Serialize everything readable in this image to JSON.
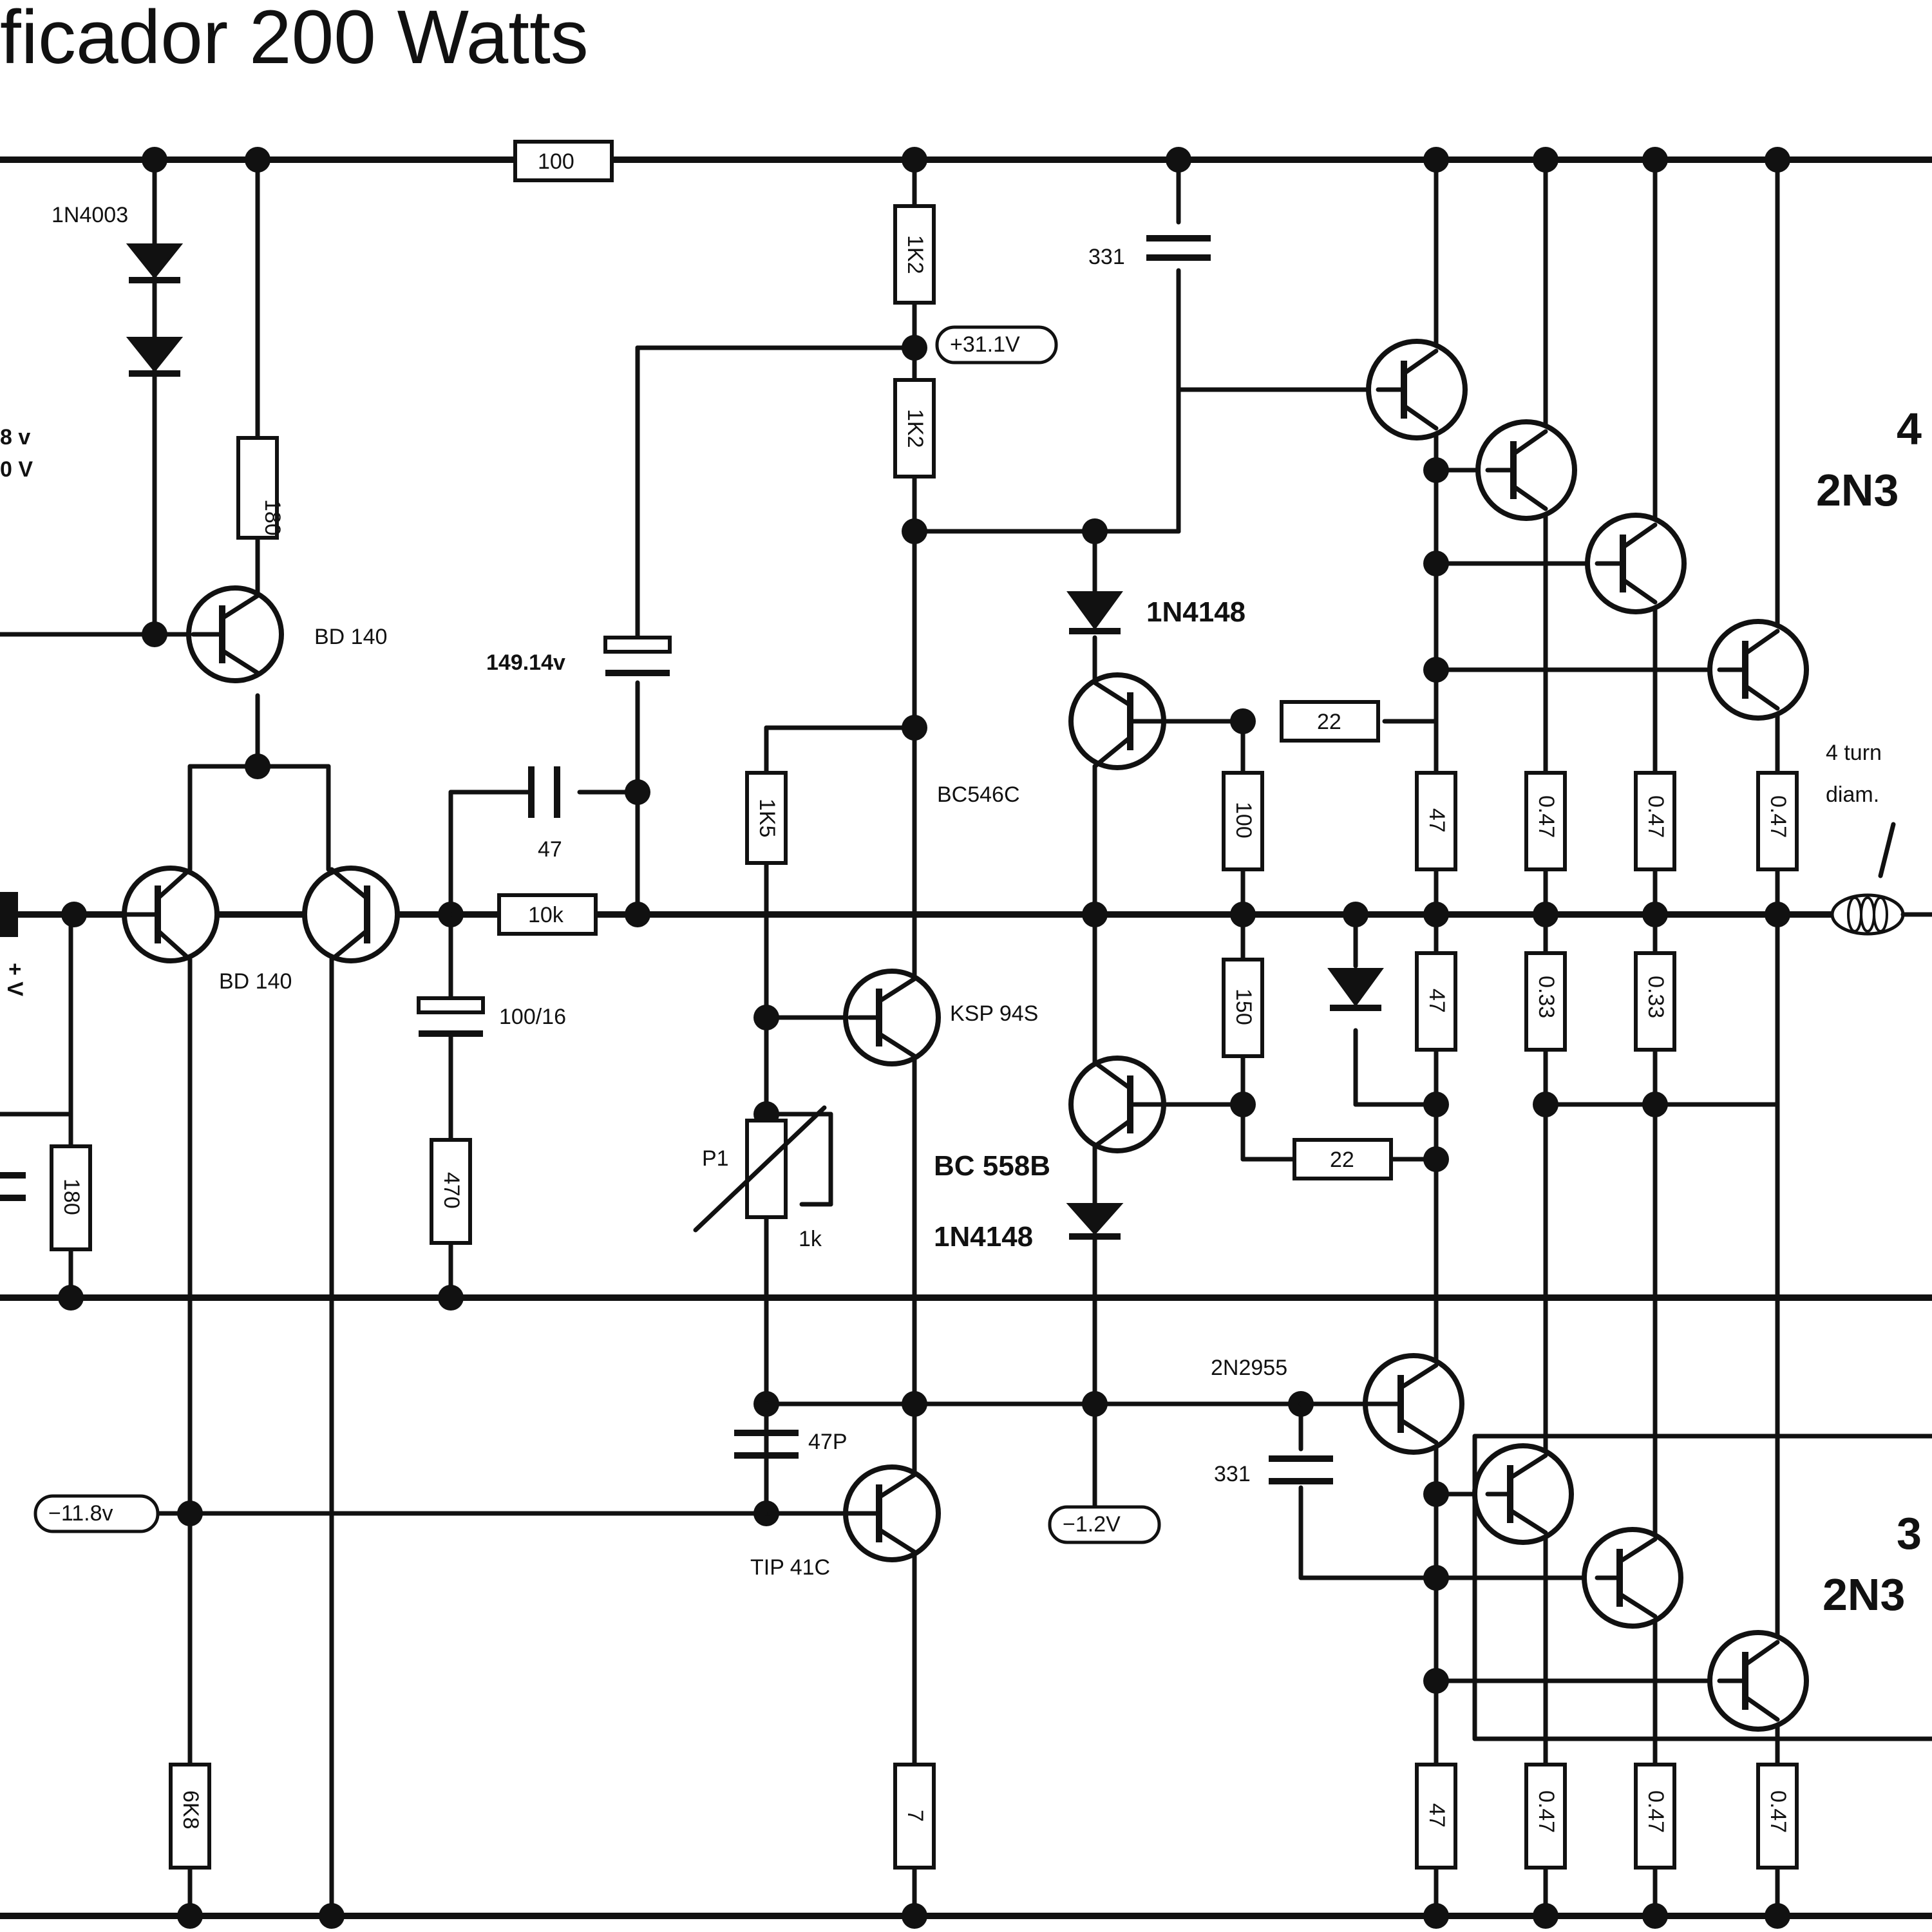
{
  "title": "ficador  200 Watts",
  "components": {
    "r_top": "100",
    "d_1n4003": "1N4003",
    "r_bd": "180",
    "q_bd140_top": "BD 140",
    "q_bd140_pair": "BD 140",
    "side_v1": "8 v",
    "side_v2": "0 V",
    "side_v3": "+ V",
    "c_cap": "149.14v",
    "c_47": "47",
    "r_10k": "10k",
    "c_100": "100/16",
    "r_470": "470",
    "r_180b": "180",
    "r_6k8": "6K8",
    "r_1k2_top": "1K2",
    "r_1k2_bot": "1K2",
    "node_pos": "+31.1V",
    "c_331_top": "331",
    "d_1n4148_top": "1N4148",
    "q_bc546": "BC546C",
    "r_22": "22",
    "r_100": "100",
    "r_1k5": "1K5",
    "q_ksp": "KSP 94S",
    "p1": "P1",
    "p1_val": "1k",
    "q_bc558": "BC 558B",
    "d_1n4148_bot": "1N4148",
    "r_150": "150",
    "r_22b": "22",
    "r_47a": "47",
    "r_47b": "47",
    "r_047a": "0.47",
    "r_047b": "0.47",
    "r_047c": "0.47",
    "r_033a": "0.33",
    "r_033b": "0.33",
    "q_tip": "TIP 41C",
    "c_47p": "47P",
    "node_neg_bias": "−11.8v",
    "node_neg": "−1.2V",
    "q_2n2955": "2N2955",
    "c_331_bot": "331",
    "r_47c": "47",
    "r_047d": "0.47",
    "r_047e": "0.47",
    "r_047f": "0.47",
    "r_7": "7",
    "out_count_top": "4",
    "out_type_top": "2N3",
    "out_count_bot": "3",
    "out_type_bot": "2N3",
    "coil_note1": "4 turn",
    "coil_note2": "diam."
  }
}
